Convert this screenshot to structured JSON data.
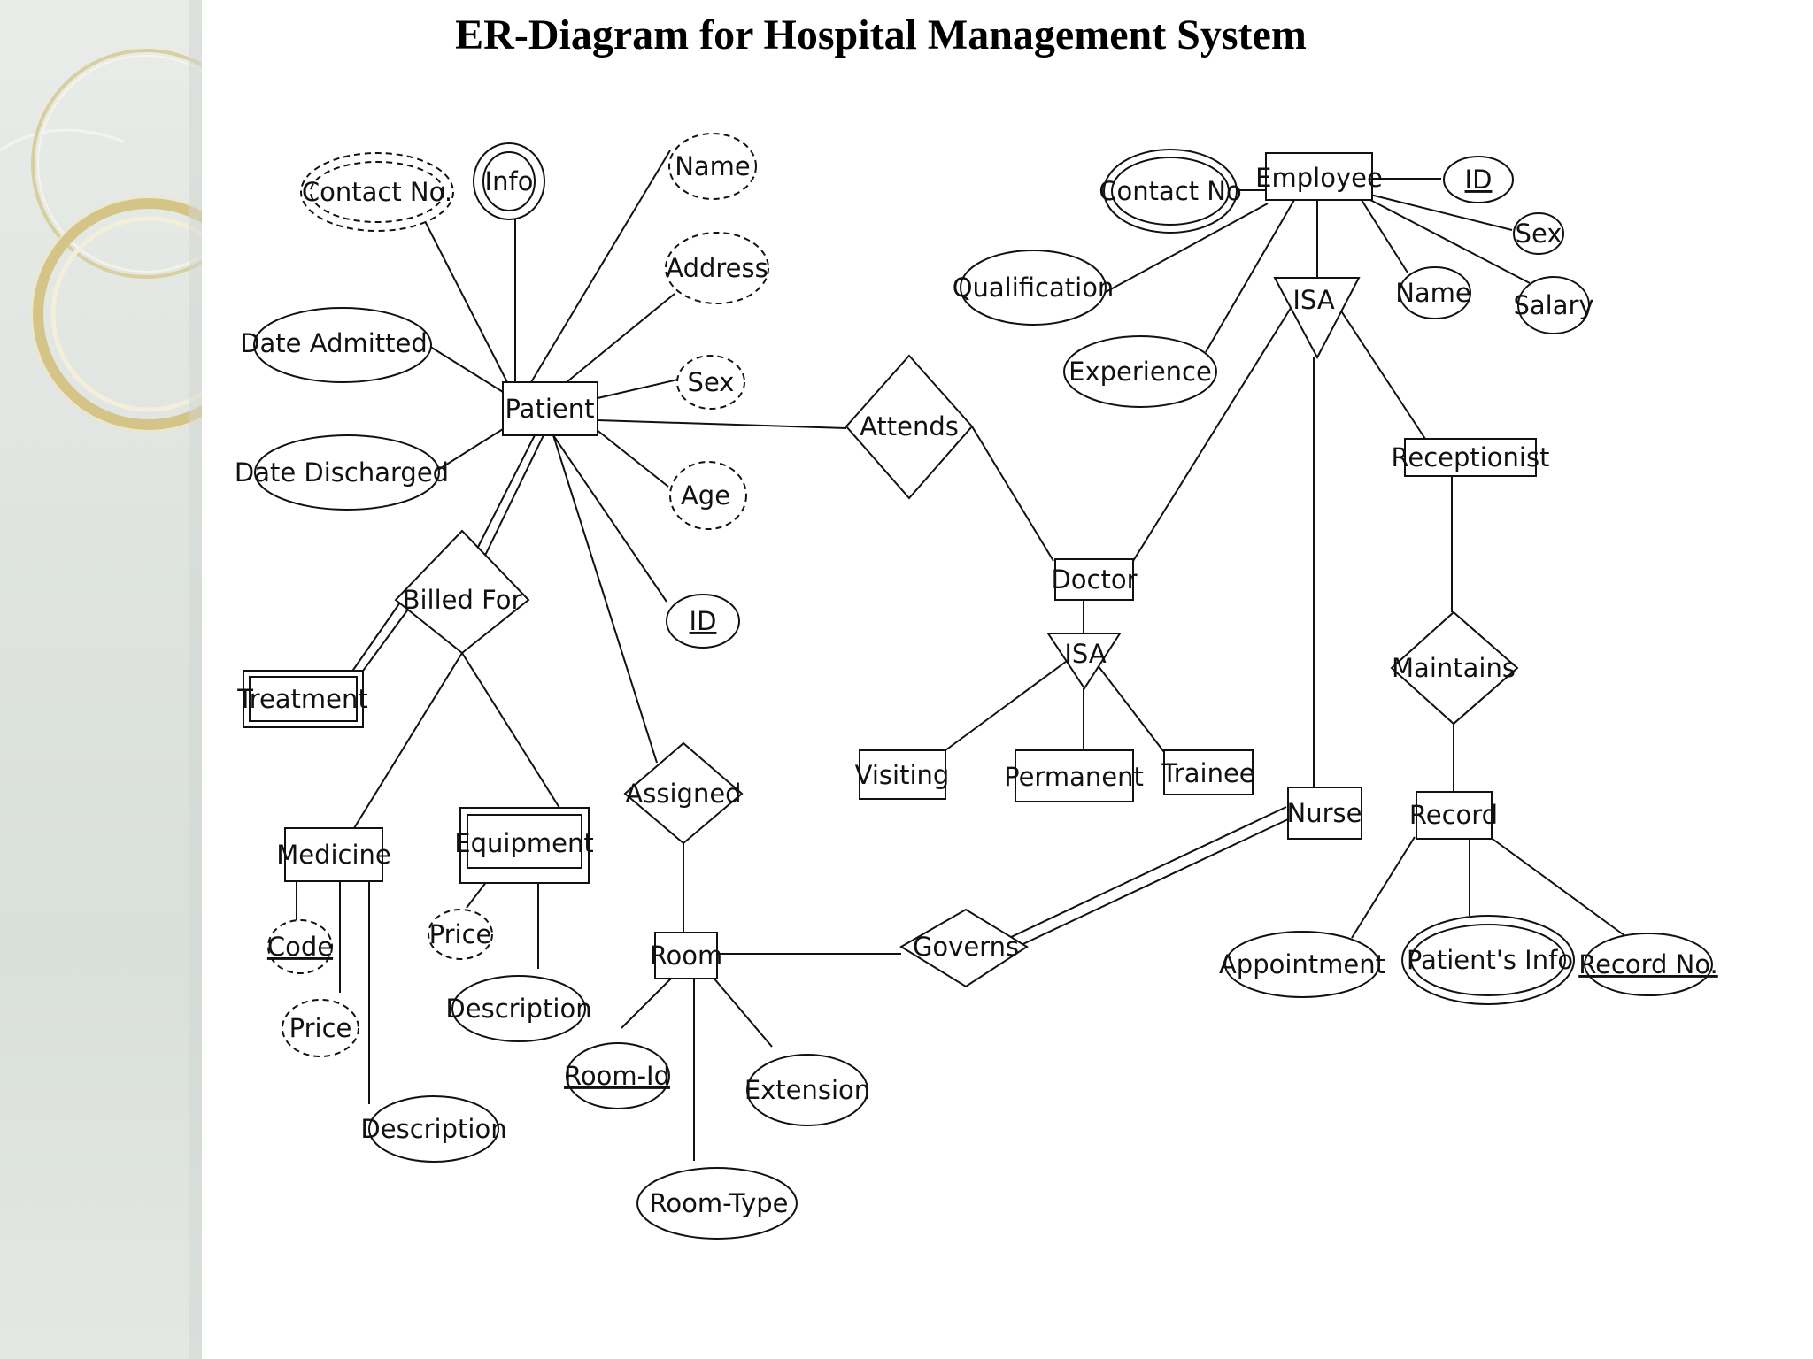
{
  "title": "ER-Diagram for Hospital Management System",
  "entities": {
    "patient": "Patient",
    "treatment": "Treatment",
    "medicine": "Medicine",
    "equipment": "Equipment",
    "room": "Room",
    "employee": "Employee",
    "doctor": "Doctor",
    "receptionist": "Receptionist",
    "nurse": "Nurse",
    "record": "Record",
    "visiting": "Visiting",
    "permanent": "Permanent",
    "trainee": "Trainee"
  },
  "relationships": {
    "attends": "Attends",
    "billed_for": "Billed For",
    "assigned": "Assigned",
    "governs": "Governs",
    "maintains": "Maintains"
  },
  "isa": {
    "employee_isa": "ISA",
    "doctor_isa": "ISA"
  },
  "attributes": {
    "patient_contact": "Contact No.",
    "patient_info": "Info",
    "patient_name": "Name",
    "patient_address": "Address",
    "patient_date_admitted": "Date Admitted",
    "patient_sex": "Sex",
    "patient_date_discharged": "Date Discharged",
    "patient_age": "Age",
    "patient_id": "ID",
    "medicine_code": "Code",
    "medicine_price": "Price",
    "medicine_description": "Description",
    "equipment_price": "Price",
    "equipment_description": "Description",
    "room_id": "Room-Id",
    "room_extension": "Extension",
    "room_type": "Room-Type",
    "employee_contact": "Contact No",
    "employee_id": "ID",
    "employee_sex": "Sex",
    "employee_qualification": "Qualification",
    "employee_name": "Name",
    "employee_salary": "Salary",
    "employee_experience": "Experience",
    "record_appointment": "Appointment",
    "record_patient_info": "Patient's Info",
    "record_no": "Record No."
  }
}
